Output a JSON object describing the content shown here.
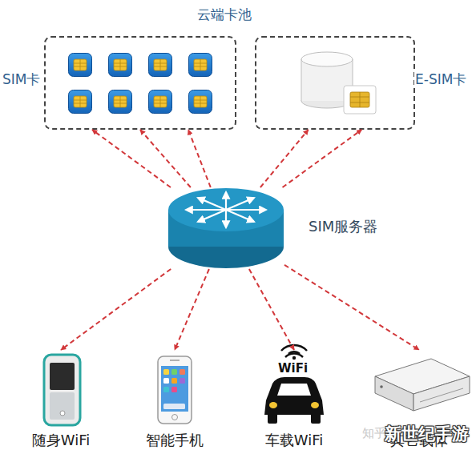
{
  "diagram": {
    "title": "云端卡池",
    "nodes": [
      {
        "text": [
          "SIM卡"
        ]
      },
      {
        "text": [
          "E-SIM卡"
        ]
      },
      {
        "text": [
          "SIM服务器"
        ]
      },
      {
        "text": [
          "随身WiFi"
        ]
      },
      {
        "text": [
          "智能手机"
        ]
      },
      {
        "text": [
          "车载WiFi"
        ]
      },
      {
        "text": [
          "其它载体"
        ]
      }
    ],
    "edges": [
      {
        "from": 2,
        "to": 0,
        "arrow": "to"
      },
      {
        "from": 2,
        "to": 0,
        "arrow": "to"
      },
      {
        "from": 2,
        "to": 0,
        "arrow": "to"
      },
      {
        "from": 2,
        "to": 1,
        "arrow": "to"
      },
      {
        "from": 2,
        "to": 1,
        "arrow": "to"
      },
      {
        "from": 2,
        "to": 3,
        "arrow": "to"
      },
      {
        "from": 2,
        "to": 4,
        "arrow": "to"
      },
      {
        "from": 2,
        "to": 5,
        "arrow": "to"
      },
      {
        "from": 2,
        "to": 6,
        "arrow": "to"
      }
    ],
    "labels": [
      "WiFi",
      "知乎",
      "新世纪手游"
    ]
  }
}
